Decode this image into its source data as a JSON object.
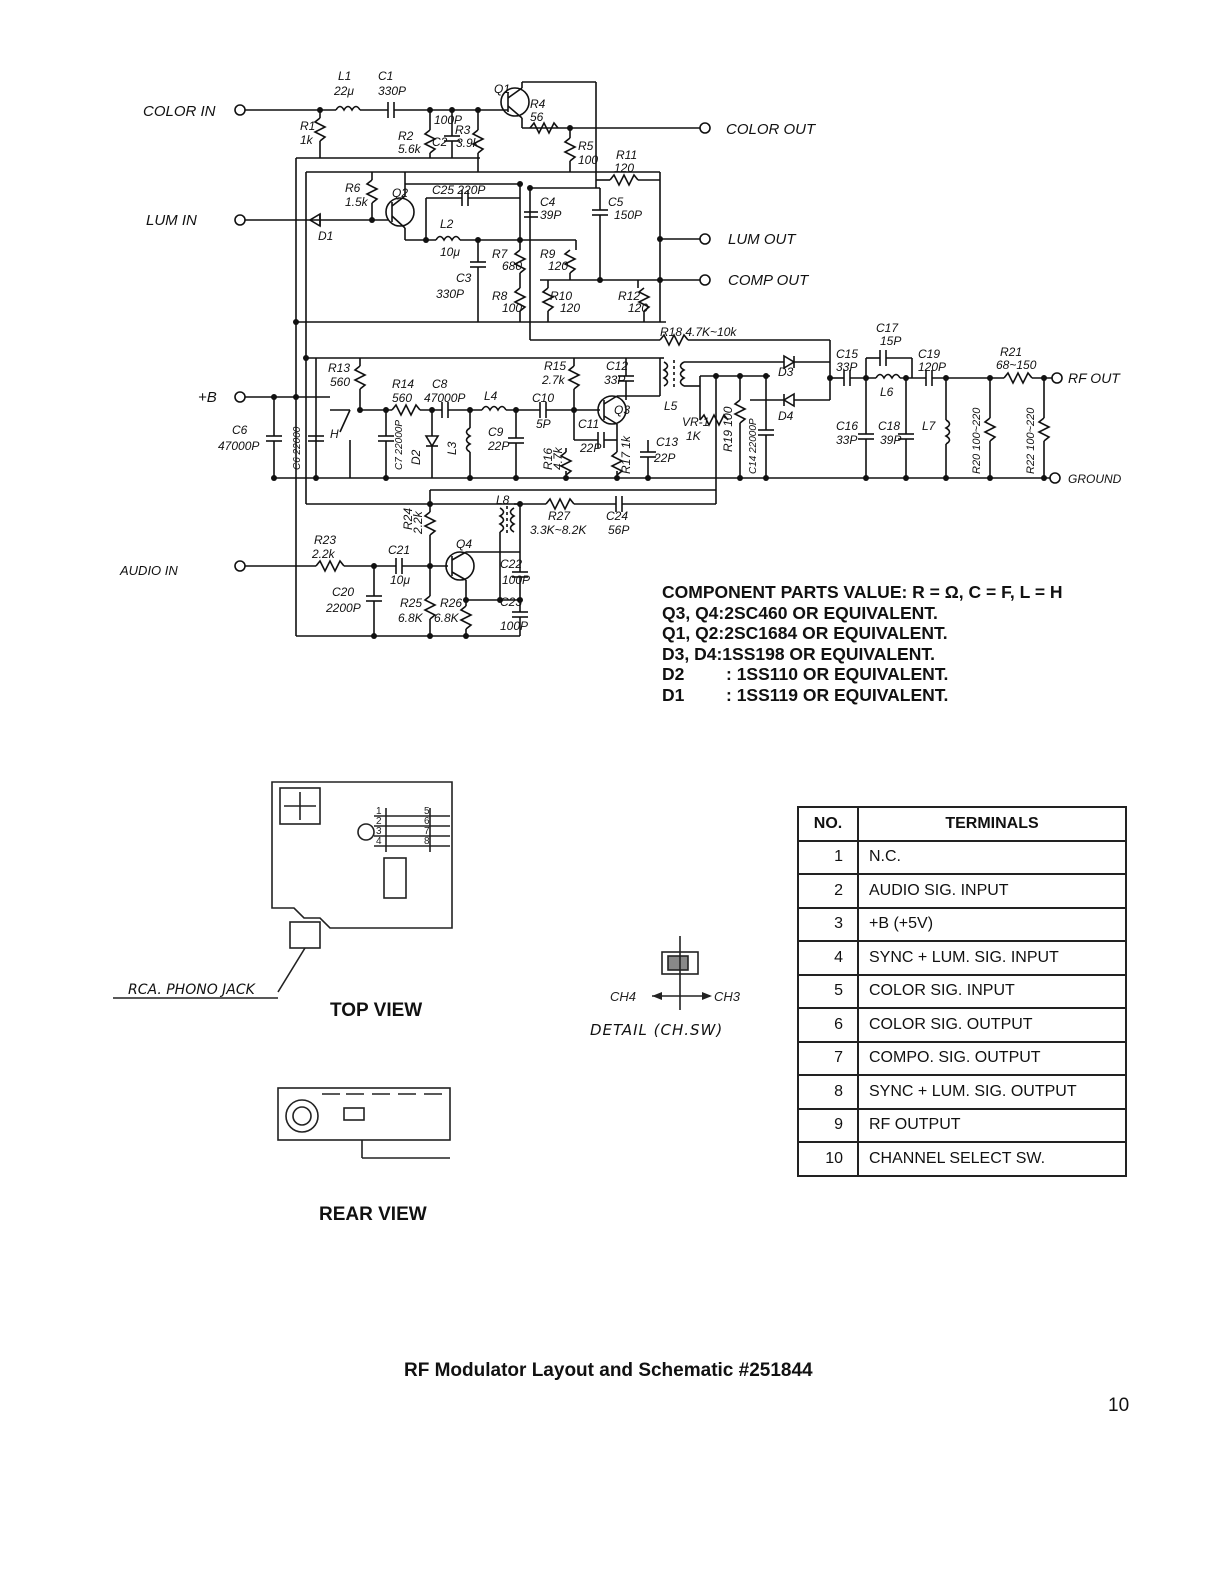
{
  "schematic": {
    "inputs": {
      "color_in": "COLOR IN",
      "lum_in": "LUM IN",
      "plus_b": "+B",
      "audio_in": "AUDIO IN"
    },
    "outputs": {
      "color_out": "COLOR OUT",
      "lum_out": "LUM OUT",
      "comp_out": "COMP OUT",
      "rf_out": "RF OUT",
      "ground": "GROUND"
    },
    "components": {
      "L1": "L1",
      "L1_val": "22μ",
      "C1": "C1",
      "C1_val": "330P",
      "Q1": "Q1",
      "R4": "R4",
      "R4_val": "56",
      "R1": "R1",
      "R1_val": "1k",
      "R2": "R2",
      "R2_val": "5.6k",
      "C2": "C2",
      "C2_val": "100P",
      "R3": "R3",
      "R3_val": "3.9k",
      "R5": "R5",
      "R5_val": "100",
      "R11": "R11",
      "R11_val": "120",
      "R6": "R6",
      "R6_val": "1.5k",
      "Q2": "Q2",
      "C25": "C25 220P",
      "C4": "C4",
      "C4_val": "39P",
      "C5": "C5",
      "C5_val": "150P",
      "D1": "D1",
      "L2": "L2",
      "L2_val": "10μ",
      "R7": "R7",
      "R7_val": "680",
      "R9": "R9",
      "R9_val": "120",
      "C3": "C3",
      "C3_val": "330P",
      "R8": "R8",
      "R8_val": "100",
      "R10": "R10",
      "R10_val": "120",
      "R12": "R12",
      "R12_val": "120",
      "R18": "R18 4.7K~10k",
      "C17": "C17",
      "C17_val": "15P",
      "R13": "R13",
      "R13_val": "560",
      "R14": "R14",
      "R14_val": "560",
      "C8": "C8",
      "C8_val": "47000P",
      "L4": "L4",
      "R15": "R15",
      "R15_val": "2.7k",
      "C12": "C12",
      "C12_val": "33P",
      "C10": "C10",
      "C10_val": "5P",
      "Q3": "Q3",
      "L5": "L5",
      "D3": "D3",
      "D4": "D4",
      "C15": "C15",
      "C15_val": "33P",
      "C19": "C19",
      "C19_val": "120P",
      "L6": "L6",
      "R21": "R21",
      "R21_val": "68~150",
      "C6": "C6",
      "C6_val": "47000P",
      "C6b": "C6 22000",
      "H": "H",
      "C7": "C7 22000P",
      "D2": "D2",
      "L3": "L3",
      "C9": "C9",
      "C9_val": "22P",
      "C11": "C11",
      "C11_val": "22P",
      "R16": "R16",
      "R16_val": "4.7k",
      "R17": "R17 1k",
      "C13": "C13",
      "C13_val": "22P",
      "VR1": "VR-1",
      "VR1_val": "1K",
      "R19": "R19 100",
      "C14": "C14 22000P",
      "C16": "C16",
      "C16_val": "33P",
      "C18": "C18",
      "C18_val": "39P",
      "L7": "L7",
      "R20": "R20 100~220",
      "R22": "R22 100~220",
      "L8": "L8",
      "R27": "R27",
      "R27_val": "3.3K~8.2K",
      "C24": "C24",
      "C24_val": "56P",
      "R24": "R24",
      "R24_val": "2.2k",
      "Q4": "Q4",
      "R23": "R23",
      "R23_val": "2.2k",
      "C21": "C21",
      "C21_val": "10μ",
      "C22": "C22",
      "C22_val": "100P",
      "C20": "C20",
      "C20_val": "2200P",
      "R25": "R25",
      "R25_val": "6.8K",
      "R26": "R26",
      "R26_val": "6.8K",
      "C23": "C23",
      "C23_val": "100P"
    }
  },
  "parts_notes": [
    {
      "key": "COMPONENT PARTS VALUE: R = Ω, C = F, L = H",
      "value": ""
    },
    {
      "key": "Q3, Q4: ",
      "value": "2SC460 OR EQUIVALENT."
    },
    {
      "key": "Q1, Q2: ",
      "value": "2SC1684 OR EQUIVALENT."
    },
    {
      "key": "D3, D4: ",
      "value": "1SS198 OR EQUIVALENT."
    },
    {
      "key": "D2",
      "value": ": 1SS110 OR EQUIVALENT."
    },
    {
      "key": "D1",
      "value": ": 1SS119 OR EQUIVALENT."
    }
  ],
  "layout_views": {
    "top_view": "TOP VIEW",
    "rear_view": "REAR VIEW",
    "rca_jack": "RCA. PHONO JACK",
    "detail": "DETAIL (CH.SW)",
    "ch4": "CH4",
    "ch3": "CH3",
    "pin_numbers": [
      "1",
      "2",
      "3",
      "4",
      "5",
      "6",
      "7",
      "8"
    ]
  },
  "terminals": {
    "headers": [
      "NO.",
      "TERMINALS"
    ],
    "rows": [
      {
        "no": "1",
        "name": "N.C."
      },
      {
        "no": "2",
        "name": "AUDIO SIG. INPUT"
      },
      {
        "no": "3",
        "name": "+B (+5V)"
      },
      {
        "no": "4",
        "name": "SYNC + LUM. SIG. INPUT"
      },
      {
        "no": "5",
        "name": "COLOR SIG. INPUT"
      },
      {
        "no": "6",
        "name": "COLOR SIG. OUTPUT"
      },
      {
        "no": "7",
        "name": "COMPO. SIG. OUTPUT"
      },
      {
        "no": "8",
        "name": "SYNC + LUM. SIG. OUTPUT"
      },
      {
        "no": "9",
        "name": "RF OUTPUT"
      },
      {
        "no": "10",
        "name": "CHANNEL SELECT SW."
      }
    ]
  },
  "caption": "RF Modulator Layout and Schematic #251844",
  "page_number": "10"
}
